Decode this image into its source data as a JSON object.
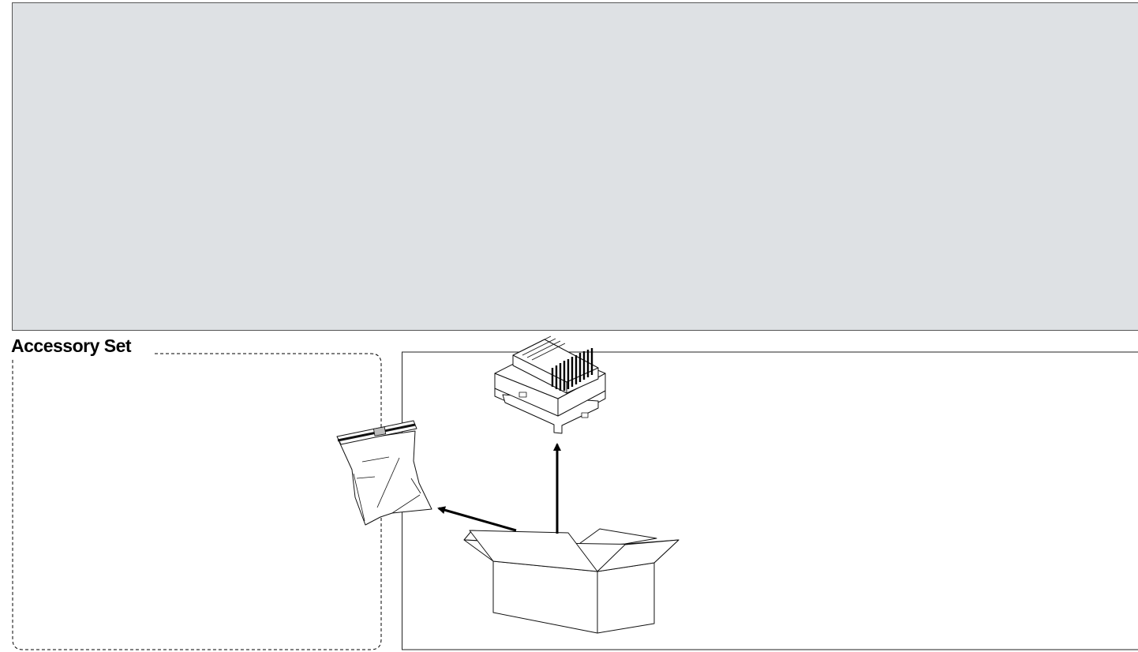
{
  "accessory_set": {
    "title": "Accessory Set"
  },
  "colors": {
    "top_panel_fill": "#dee1e4",
    "line": "#1a1a1a",
    "background": "#ffffff"
  },
  "items": [
    {
      "name": "accessory-bag",
      "icon": "bag-icon"
    },
    {
      "name": "power-supply-module",
      "icon": "din-rail-module-icon"
    },
    {
      "name": "shipping-box",
      "icon": "open-box-icon"
    }
  ],
  "arrows": [
    {
      "from": "shipping-box",
      "to": "accessory-bag"
    },
    {
      "from": "shipping-box",
      "to": "power-supply-module"
    }
  ]
}
